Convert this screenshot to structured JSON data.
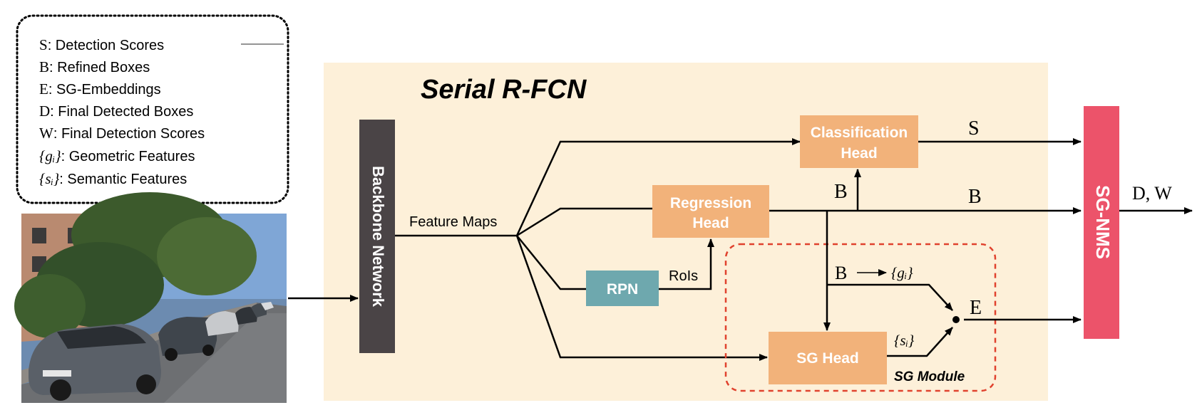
{
  "legend": {
    "items": [
      {
        "symbol": "S",
        "text": ": Detection Scores"
      },
      {
        "symbol": "B",
        "text": ": Refined Boxes"
      },
      {
        "symbol": "E",
        "text": ": SG-Embeddings"
      },
      {
        "symbol": "D",
        "text": ": Final Detected Boxes"
      },
      {
        "symbol": "W",
        "text": ": Final Detection Scores"
      },
      {
        "symbol": "{gᵢ}",
        "text": ": Geometric Features"
      },
      {
        "symbol": "{sᵢ}",
        "text": ": Semantic Features"
      }
    ]
  },
  "title": "Serial R-FCN",
  "blocks": {
    "backbone": "Backbone Network",
    "classification_line1": "Classification",
    "classification_line2": "Head",
    "regression_line1": "Regression",
    "regression_line2": "Head",
    "rpn": "RPN",
    "sg_head": "SG Head",
    "sg_nms": "SG-NMS",
    "sg_module": "SG Module"
  },
  "labels": {
    "feature_maps": "Feature Maps",
    "rois": "RoIs",
    "s_out": "S",
    "b_out": "B",
    "b_up": "B",
    "b_geom": "B",
    "g_set": "{gᵢ}",
    "s_set": "{sᵢ}",
    "e_out": "E",
    "dw_out": "D, W"
  },
  "colors": {
    "panel": "#fdf0d9",
    "head_orange": "#f2b27a",
    "rpn_teal": "#6ea8ae",
    "backbone": "#4a4446",
    "sgnms": "#ec536a",
    "module_border": "#e0422e"
  },
  "icons": {
    "photo": "street-scene-with-parked-cars"
  }
}
